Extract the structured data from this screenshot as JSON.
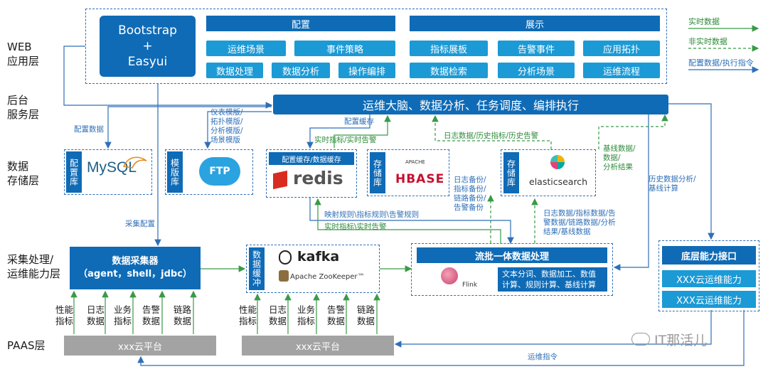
{
  "layers": {
    "web": "WEB\n应用层",
    "backend": "后台\n服务层",
    "storage": "数据\n存储层",
    "collect": "采集处理/\n运维能力层",
    "paas": "PAAS层"
  },
  "legend": {
    "realtime": "实时数据",
    "non_realtime": "非实时数据",
    "config": "配置数据/执行指令"
  },
  "web_app": {
    "framework": "Bootstrap\n+\nEasyui",
    "config_title": "配置",
    "config_items": [
      "运维场景",
      "事件策略",
      "数据处理",
      "数据分析",
      "操作编排"
    ],
    "display_title": "展示",
    "display_items": [
      "指标展板",
      "告警事件",
      "应用拓扑",
      "数据检索",
      "分析场景",
      "运维流程"
    ]
  },
  "backend_bar": "运维大脑、数据分析、任务调度、编排执行",
  "storage": {
    "config_db": {
      "label": "配置库",
      "logo": "MySQL"
    },
    "template_db": {
      "label": "模版库",
      "logo": "FTP"
    },
    "redis": {
      "header": "配置缓存/数据缓存",
      "logo": "redis"
    },
    "hbase": {
      "label": "存储库",
      "logo_small": "APACHE",
      "logo": "HBASE"
    },
    "es": {
      "label": "存储库",
      "logo": "elasticsearch"
    }
  },
  "collect": {
    "collector": "数据采集器\n（agent，shell，jdbc）",
    "buffer_label": "数据缓冲",
    "kafka": "kafka",
    "zookeeper": "Apache ZooKeeper™",
    "stream_title": "流批一体数据处理",
    "flink": "Flink",
    "stream_desc": "文本分词、数据加工、数值计算、规则计算、基线计算",
    "capability_title": "底层能力接口",
    "capabilities": [
      "XXX云运维能力",
      "XXX云运维能力"
    ]
  },
  "sources_left": [
    "性能\n指标",
    "日志\n数据",
    "业务\n指标",
    "告警\n数据",
    "链路\n数据"
  ],
  "sources_right": [
    "性能\n指标",
    "日志\n数据",
    "业务\n指标",
    "告警\n数据",
    "链路\n数据"
  ],
  "paas": {
    "left": "xxx云平台",
    "right": "xxx云平台"
  },
  "edge_labels": {
    "config_data": "配置数据",
    "templates": "仪表模版/\n拓扑模版/\n分析模版/\n场景模版",
    "config_cache": "配置缓存",
    "realtime_metrics": "实时指标/实时告警",
    "log_history": "日志数据/历史指标/历史告警",
    "baseline": "基线数据/\n数据/\n分析结果",
    "history_analysis": "历史数据分析/\n基线计算",
    "collect_config": "采集配置",
    "backup": "日志备份/\n指标备份/\n链路备份/\n告警备份",
    "mapping_rules": "映射规则\\指标规则\\告警规则",
    "realtime_metrics2": "实时指标\\实时告警",
    "es_write": "日志数据/指标数据/告\n警数据/链路数据/分析\n结果/基线数据",
    "ops_command": "运维指令"
  },
  "watermark": "IT那活儿",
  "colors": {
    "dark_blue": "#0f6bb6",
    "light_blue": "#1b9ad6",
    "green": "#2e8b3a",
    "gray": "#a3a3a3"
  }
}
